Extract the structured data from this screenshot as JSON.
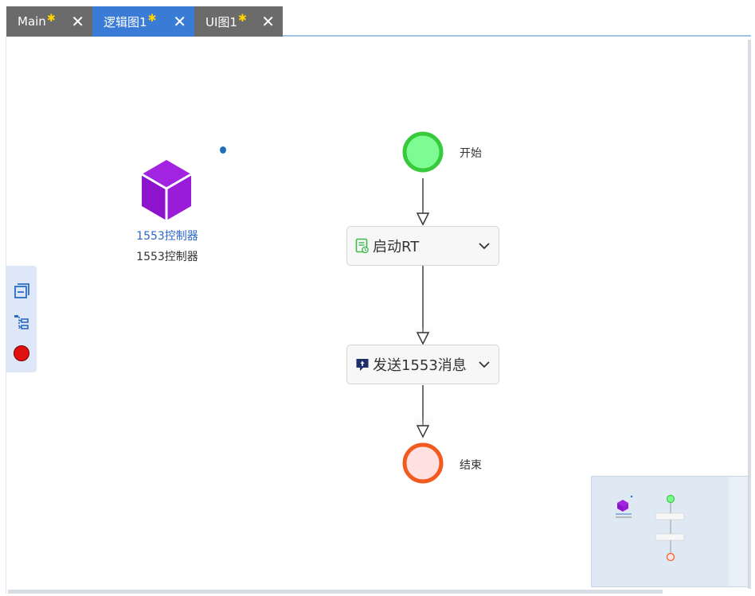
{
  "tabs": [
    {
      "label": "Main",
      "modified": "✱",
      "active": false
    },
    {
      "label": "逻辑图1",
      "modified": "✱",
      "active": true
    },
    {
      "label": "UI图1",
      "modified": "✱",
      "active": false
    }
  ],
  "controller": {
    "name": "1553控制器",
    "type_label": "1553控制器",
    "color": "#9b1fd6"
  },
  "flow": {
    "start": {
      "label": "开始",
      "fill": "#7dfc94",
      "stroke": "#39c93d"
    },
    "steps": [
      {
        "label": "启动RT",
        "icon": "document-icon"
      },
      {
        "label": "发送1553消息",
        "icon": "message-icon"
      }
    ],
    "end": {
      "label": "结束",
      "fill": "#ffe1e1",
      "stroke": "#f25b1f"
    }
  },
  "toolbar": {
    "icons": [
      "collapse-icon",
      "tree-icon",
      "record-icon"
    ]
  },
  "colors": {
    "active_tab": "#3a7bd5",
    "inactive_tab": "#6b6b6b",
    "star": "#ffd400"
  }
}
